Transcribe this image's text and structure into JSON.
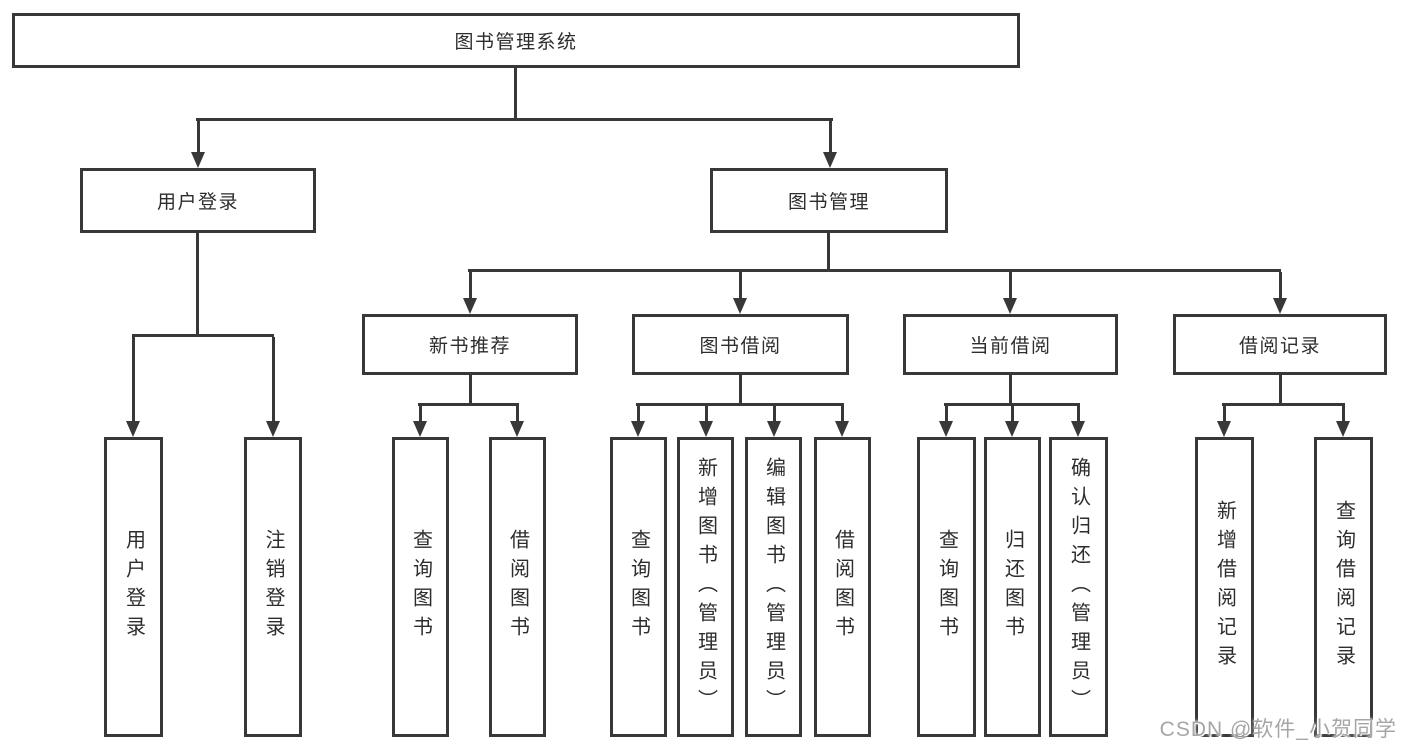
{
  "colors": {
    "line": "#383838",
    "box_background": "#ffffff",
    "text": "#2d2d2d",
    "watermark": "#a6a6a6"
  },
  "watermark": {
    "text": "CSDN @软件_小贺同学"
  },
  "tree": {
    "root": {
      "label": "图书管理系统"
    },
    "branches": [
      {
        "label": "用户登录",
        "children": [
          {
            "label": "用户登录"
          },
          {
            "label": "注销登录"
          }
        ]
      },
      {
        "label": "图书管理",
        "children": [
          {
            "label": "新书推荐",
            "children": [
              {
                "label": "查询图书"
              },
              {
                "label": "借阅图书"
              }
            ]
          },
          {
            "label": "图书借阅",
            "children": [
              {
                "label": "查询图书"
              },
              {
                "label": "新增图书（管理员）"
              },
              {
                "label": "编辑图书（管理员）"
              },
              {
                "label": "借阅图书"
              }
            ]
          },
          {
            "label": "当前借阅",
            "children": [
              {
                "label": "查询图书"
              },
              {
                "label": "归还图书"
              },
              {
                "label": "确认归还（管理员）"
              }
            ]
          },
          {
            "label": "借阅记录",
            "children": [
              {
                "label": "新增借阅记录"
              },
              {
                "label": "查询借阅记录"
              }
            ]
          }
        ]
      }
    ]
  }
}
